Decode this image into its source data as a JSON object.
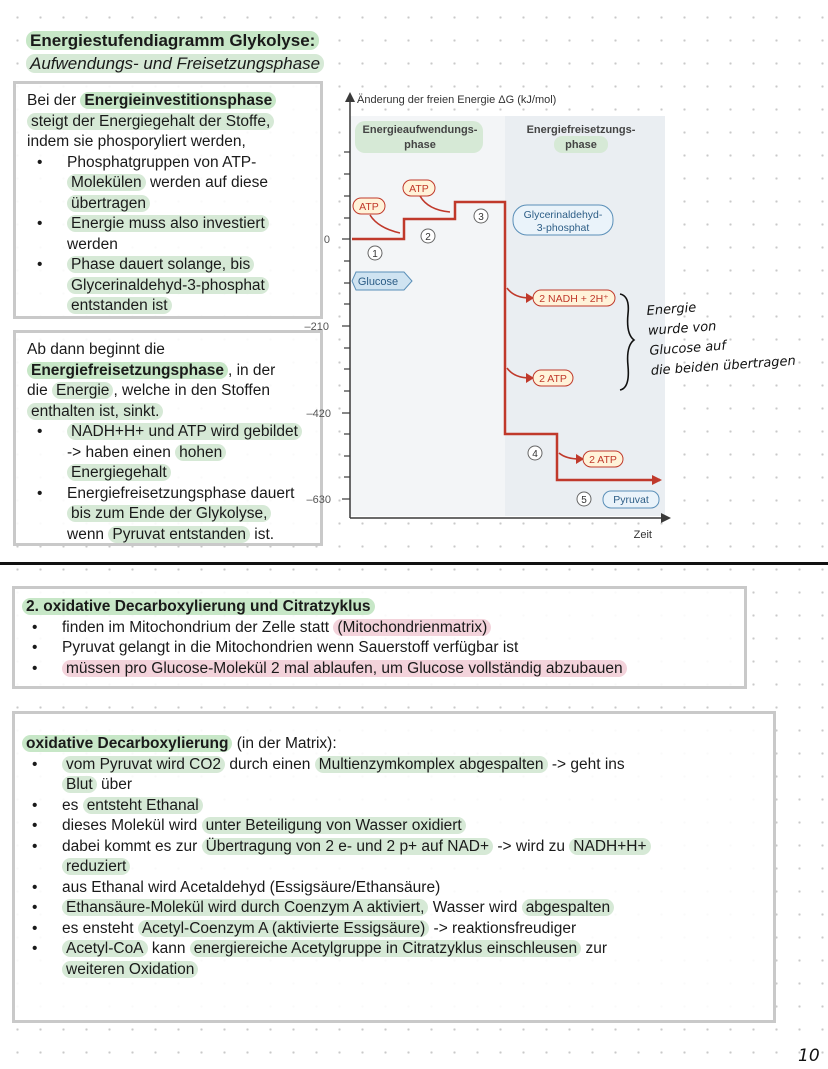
{
  "header": {
    "title": "Energiestufendiagramm Glykolyse:",
    "subtitle": "Aufwendungs- und Freisetzungsphase"
  },
  "invest": {
    "intro_pre": "Bei der ",
    "intro_hl": "Energieinvestitionsphase",
    "l2_hl": "steigt der Energiegehalt der Stoffe,",
    "l3": "indem sie phosporyliert werden,",
    "b1_a": "Phosphatgruppen von ATP-",
    "b1_b_hl": "Molekülen",
    "b1_b_rest": " werden auf diese",
    "b1_c_hl": "übertragen",
    "b2_a_hl": "Energie muss also investiert",
    "b2_b": "werden",
    "b3_a_hl": "Phase dauert solange, bis",
    "b3_b_hl": "Glycerinaldehyd-3-phosphat",
    "b3_c_hl": "entstanden ist"
  },
  "release": {
    "l1": "Ab dann beginnt die",
    "l2_hl": "Energiefreisetzungsphase",
    "l2_rest": ", in der",
    "l3_a": "die ",
    "l3_hl": "Energie",
    "l3_rest": ", welche in den Stoffen",
    "l4_hl": "enthalten ist, sinkt.",
    "b1_hl": "NADH+H+ und ATP wird gebildet",
    "b1_b_a": "-> haben einen ",
    "b1_b_hl": "hohen",
    "b1_c_hl": "Energiegehalt",
    "b2_a": "Energiefreisetzungsphase dauert",
    "b2_b_hl": "bis zum Ende der Glykolyse,",
    "b2_c_a": "wenn ",
    "b2_c_hl": "Pyruvat entstanden",
    "b2_c_rest": " ist."
  },
  "diagram": {
    "y_axis_label": "Änderung der freien Energie ΔG (kJ/mol)",
    "x_axis_label": "Zeit",
    "y_ticks": [
      "0",
      "–210",
      "–420",
      "–630"
    ],
    "phase1": "Energieaufwendungs- phase",
    "phase1_a": "Energieaufwendungs-",
    "phase1_b": "phase",
    "phase2_a": "Energiefreisetzungs-",
    "phase2_b": "phase",
    "glucose": "Glucose",
    "atp1": "ATP",
    "atp2": "ATP",
    "g3p_a": "Glycerinaldehyd-",
    "g3p_b": "3-phosphat",
    "nadh": "2 NADH + 2H⁺",
    "atp_2a": "2 ATP",
    "atp_2b": "2 ATP",
    "pyruvat": "Pyruvat",
    "steps": [
      "1",
      "2",
      "3",
      "4",
      "5"
    ],
    "colors": {
      "line": "#c0392b",
      "label_green": "#d6e9d6",
      "label_blue": "#cfe3f1"
    }
  },
  "handnote": {
    "l1": "Energie",
    "l2": "wurde von",
    "l3": "Glucose auf",
    "l4": "die beiden übertragen"
  },
  "section2": {
    "title": "2. oxidative Decarboxylierung und Citratzyklus",
    "b1_a": "finden im Mitochondrium der Zelle statt ",
    "b1_hl": "(Mitochondrienmatrix)",
    "b2": "Pyruvat gelangt in die Mitochondrien wenn Sauerstoff verfügbar ist",
    "b3_hl": "müssen pro Glucose-Molekül 2 mal ablaufen, um Glucose vollständig abzubauen"
  },
  "section3": {
    "title_hl": "oxidative Decarboxylierung",
    "title_rest": " (in der Matrix):",
    "b1_hl": "vom Pyruvat wird CO2",
    "b1_mid": " durch einen ",
    "b1_hl2": "Multienzymkomplex abgespalten",
    "b1_rest": " -> geht ins",
    "b1_b_hl": "Blut",
    "b1_b_rest": " über",
    "b2_a": "es ",
    "b2_hl": "entsteht Ethanal",
    "b3_a": "dieses Molekül wird ",
    "b3_hl": "unter Beteiligung von Wasser oxidiert",
    "b4_a": "dabei kommt es zur ",
    "b4_hl": "Übertragung von 2 e- und 2 p+ auf NAD+",
    "b4_mid": " -> wird zu ",
    "b4_hl2": "NADH+H+",
    "b4_b_hl": "reduziert",
    "b5": "aus Ethanal wird Acetaldehyd (Essigsäure/Ethansäure)",
    "b6_hl": "Ethansäure-Molekül wird durch Coenzym A aktiviert,",
    "b6_mid": " Wasser wird ",
    "b6_hl2": "abgespalten",
    "b7_a": "es ensteht ",
    "b7_hl": "Acetyl-Coenzym A (aktivierte Essigsäure)",
    "b7_rest": " -> reaktionsfreudiger",
    "b8_hl": "Acetyl-CoA",
    "b8_mid": " kann ",
    "b8_hl2": "energiereiche Acetylgruppe in Citratzyklus einschleusen",
    "b8_rest": " zur",
    "b8_b_hl": "weiteren Oxidation"
  },
  "page_number": "10"
}
